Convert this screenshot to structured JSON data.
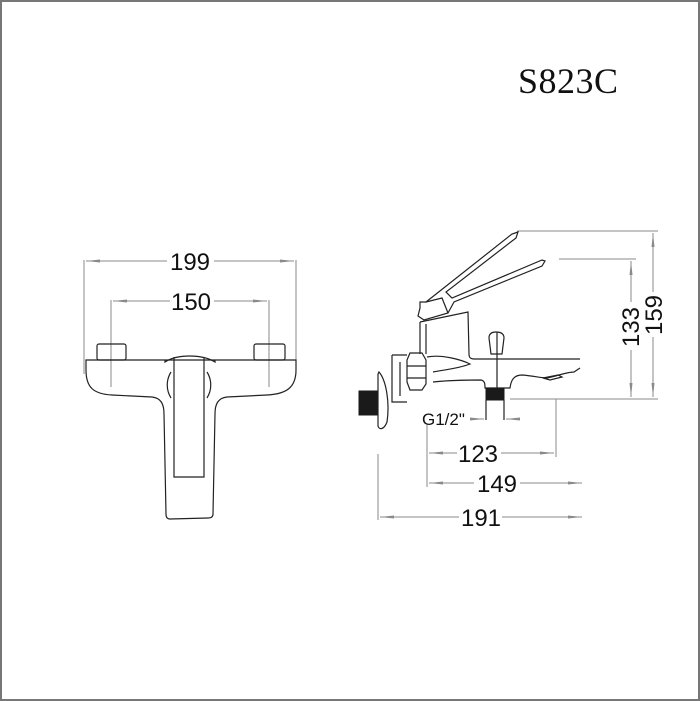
{
  "model_code": "S823C",
  "front_view": {
    "dimensions": {
      "overall_width": "199",
      "inlet_spacing": "150"
    }
  },
  "side_view": {
    "dimensions": {
      "height_to_lever_tip": "133",
      "overall_height": "159",
      "connection_thread": "G1/2\"",
      "spout_reach_outlet": "123",
      "spout_reach": "149",
      "overall_depth": "191"
    }
  },
  "colors": {
    "background": "#ffffff",
    "border": "#777777",
    "outline": "#222222",
    "dimension_line": "#8a8a8a",
    "text": "#111111"
  }
}
